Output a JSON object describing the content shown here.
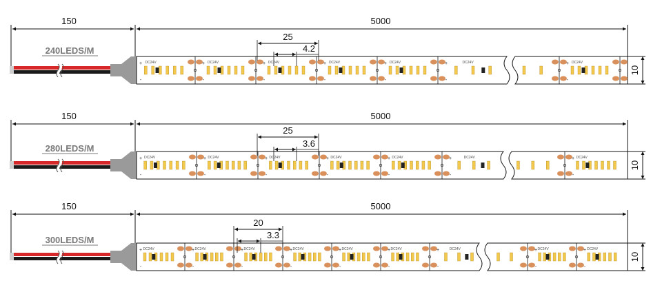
{
  "strips": [
    {
      "label": "240LEDS/M",
      "lead_length": "150",
      "total_length": "5000",
      "segment_length": "25",
      "led_pitch": "4.2",
      "width": "10",
      "segment_marking": "DC24V",
      "leds_per_segment": 6
    },
    {
      "label": "280LEDS/M",
      "lead_length": "150",
      "total_length": "5000",
      "segment_length": "25",
      "led_pitch": "3.6",
      "width": "10",
      "segment_marking": "DC24V",
      "leds_per_segment": 7
    },
    {
      "label": "300LEDS/M",
      "lead_length": "150",
      "total_length": "5000",
      "segment_length": "20",
      "led_pitch": "3.3",
      "width": "10",
      "segment_marking": "DC24V",
      "leds_per_segment": 6
    }
  ],
  "colors": {
    "wire_red": "#d62828",
    "wire_black": "#1a1a1a",
    "connector": "#9a9a9a",
    "pad": "#d9905a",
    "led": "#f2c94c",
    "line": "#111111",
    "label": "#7a7a7a"
  }
}
